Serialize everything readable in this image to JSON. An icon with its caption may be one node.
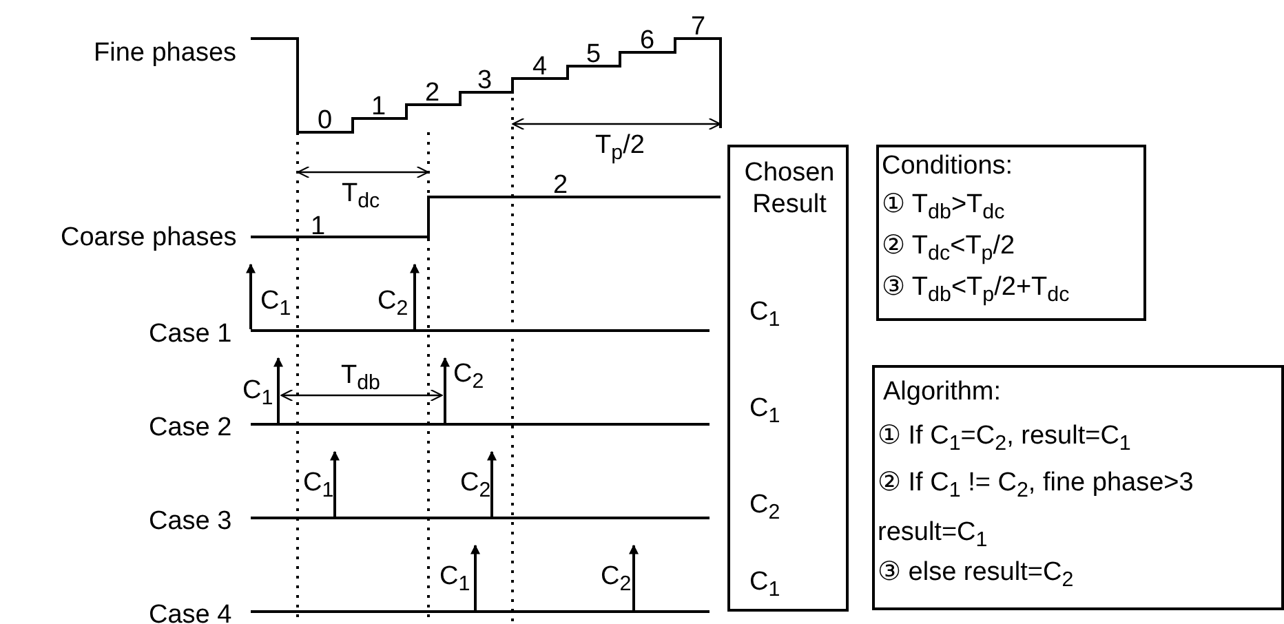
{
  "diagram": {
    "nodes": [
      {
        "text": [
          "Chosen Result",
          "C$_{1}$",
          "C$_{1}$",
          "C$_{2}$",
          "C$_{1}$"
        ]
      },
      {
        "text": [
          "Conditions:",
          "① T$_{db}$>T$_{dc}$",
          "② T$_{dc}$<T$_{p}$/2",
          "③ T$_{db}$<T$_{p}$/2+T$_{dc}$"
        ]
      },
      {
        "text": [
          "Algorithm:",
          "① If C$_{1}$=C$_{2}$, result=C$_{1}$",
          "② If C$_{1}$ != C$_{2}$, fine phase>3 result=C$_{1}$",
          "③ else  result=C$_{2}$"
        ]
      }
    ],
    "edges": [],
    "labels": [
      "Fine phases",
      "0",
      "1",
      "2",
      "3",
      "4",
      "5",
      "6",
      "7",
      "T$_{p}$/2",
      "T$_{dc}$",
      "2",
      "Coarse phases",
      "1",
      "C$_{1}$",
      "C$_{2}$",
      "Case 1",
      "C$_{1}$",
      "T$_{db}$",
      "C$_{2}$",
      "Case 2",
      "C$_{1}$",
      "C$_{2}$",
      "Case 3",
      "C$_{1}$",
      "C$_{2}$",
      "Case 4"
    ]
  }
}
